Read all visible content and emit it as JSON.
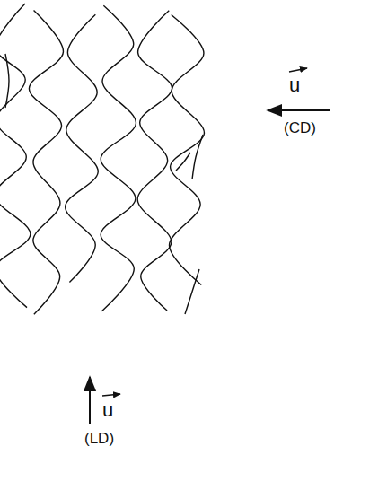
{
  "diagram": {
    "labels": [
      "u",
      "(CD)",
      "u",
      "(LD)"
    ]
  }
}
